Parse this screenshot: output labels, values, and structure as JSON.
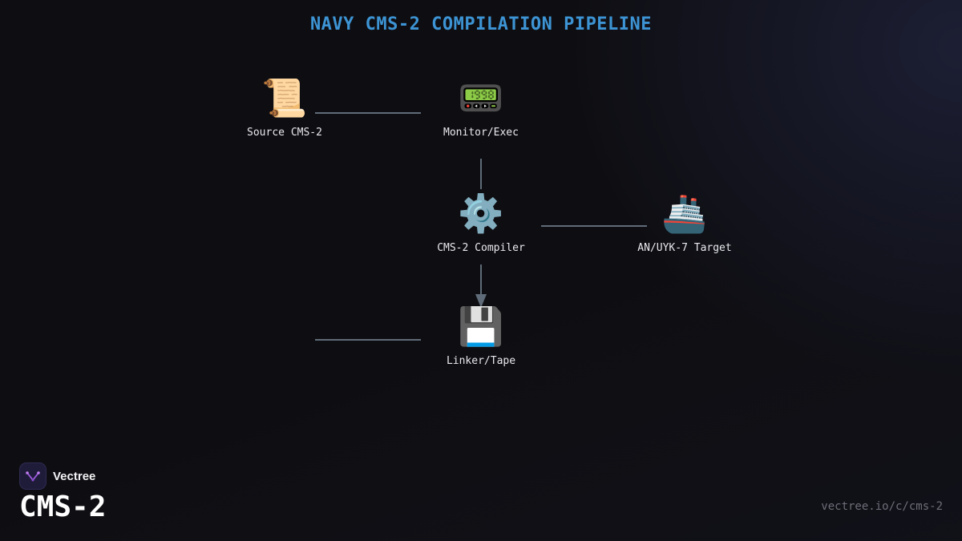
{
  "diagram": {
    "title": "NAVY CMS-2 COMPILATION PIPELINE",
    "nodes": [
      {
        "id": "source",
        "icon": "scroll-icon",
        "glyph": "📜",
        "label": "Source CMS-2"
      },
      {
        "id": "monitor",
        "icon": "pager-icon",
        "glyph": "📟",
        "label": "Monitor/Exec"
      },
      {
        "id": "compiler",
        "icon": "gear-icon",
        "glyph": "⚙️",
        "label": "CMS-2 Compiler"
      },
      {
        "id": "target",
        "icon": "ship-icon",
        "glyph": "🚢",
        "label": "AN/UYK-7 Target"
      },
      {
        "id": "linker",
        "icon": "floppy-disk-icon",
        "glyph": "💾",
        "label": "Linker/Tape"
      }
    ],
    "edges": [
      {
        "from": "source",
        "to": "monitor",
        "arrow": false
      },
      {
        "from": "monitor",
        "to": "compiler",
        "arrow": false
      },
      {
        "from": "compiler",
        "to": "target",
        "arrow": false
      },
      {
        "from": "compiler",
        "to": "linker",
        "arrow": true
      },
      {
        "from": "linker-left",
        "to": "linker",
        "arrow": false
      }
    ],
    "colors": {
      "title": "#3d94d4",
      "edge": "#5f6b78",
      "background": "#0e0e12"
    }
  },
  "footer": {
    "brand_name": "Vectree",
    "brand_icon": "vectree-logo-icon",
    "language": "CMS-2",
    "url": "vectree.io/c/cms-2"
  }
}
